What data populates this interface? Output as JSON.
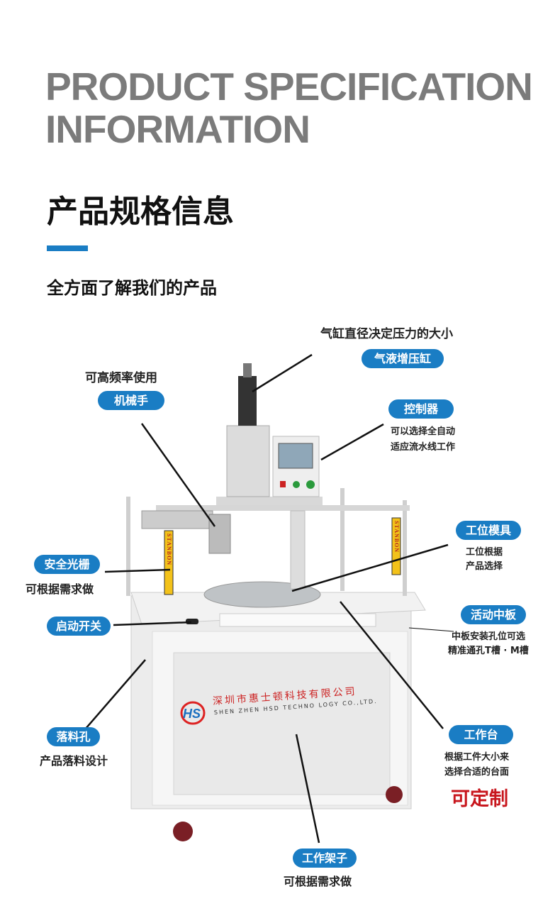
{
  "header": {
    "title_line1": "PRODUCT SPECIFICATION",
    "title_line2": "INFORMATION",
    "title_cn": "产品规格信息",
    "subtitle": "全方面了解我们的产品"
  },
  "callouts": {
    "cylinder": {
      "note": "气缸直径决定压力的大小",
      "label": "气液增压缸"
    },
    "manipulator": {
      "note": "可高频率使用",
      "label": "机械手"
    },
    "controller": {
      "label": "控制器",
      "note1": "可以选择全自动",
      "note2": "适应流水线工作"
    },
    "fixture": {
      "label": "工位模具",
      "note1": "工位根据",
      "note2": "产品选择"
    },
    "light_curtain": {
      "label": "安全光栅",
      "note": "可根据需求做"
    },
    "middle_plate": {
      "label": "活动中板",
      "note1": "中板安装孔位可选",
      "note2": "精准通孔T槽 · M槽"
    },
    "start_switch": {
      "label": "启动开关"
    },
    "drop_hole": {
      "label": "落料孔",
      "note": "产品落料设计"
    },
    "workbench": {
      "label": "工作台",
      "note1": "根据工件大小来",
      "note2": "选择合适的台面",
      "highlight": "可定制"
    },
    "frame": {
      "label": "工作架子",
      "note": "可根据需求做"
    }
  },
  "machine": {
    "company_cn": "深圳市惠士顿科技有限公司",
    "company_en": "SHEN ZHEN HSD TECHNO LOGY CO.,LTD.",
    "logo": "HS",
    "sensor_brand": "STANBON"
  },
  "colors": {
    "accent": "#1a7dc4",
    "headline": "#7b7b7b",
    "highlight": "#c8161d"
  }
}
